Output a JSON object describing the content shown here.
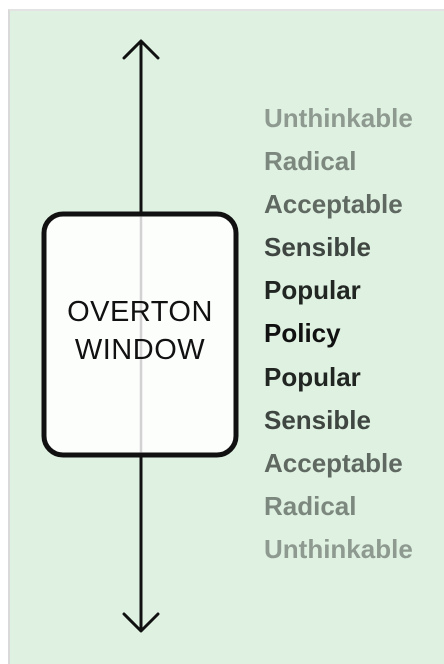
{
  "window_label": {
    "line1": "OVERTON",
    "line2": "WINDOW"
  },
  "scale": {
    "items": [
      {
        "label": "Unthinkable",
        "color": "#8e9a90"
      },
      {
        "label": "Radical",
        "color": "#7c877e"
      },
      {
        "label": "Acceptable",
        "color": "#5f6861"
      },
      {
        "label": "Sensible",
        "color": "#3f4641"
      },
      {
        "label": "Popular",
        "color": "#222623"
      },
      {
        "label": "Policy",
        "color": "#111111"
      },
      {
        "label": "Popular",
        "color": "#222623"
      },
      {
        "label": "Sensible",
        "color": "#3f4641"
      },
      {
        "label": "Acceptable",
        "color": "#5f6861"
      },
      {
        "label": "Radical",
        "color": "#7c877e"
      },
      {
        "label": "Unthinkable",
        "color": "#8e9a90"
      }
    ]
  },
  "colors": {
    "background": "#dff2e2",
    "line": "#111111",
    "window_fill": "#ffffff"
  }
}
